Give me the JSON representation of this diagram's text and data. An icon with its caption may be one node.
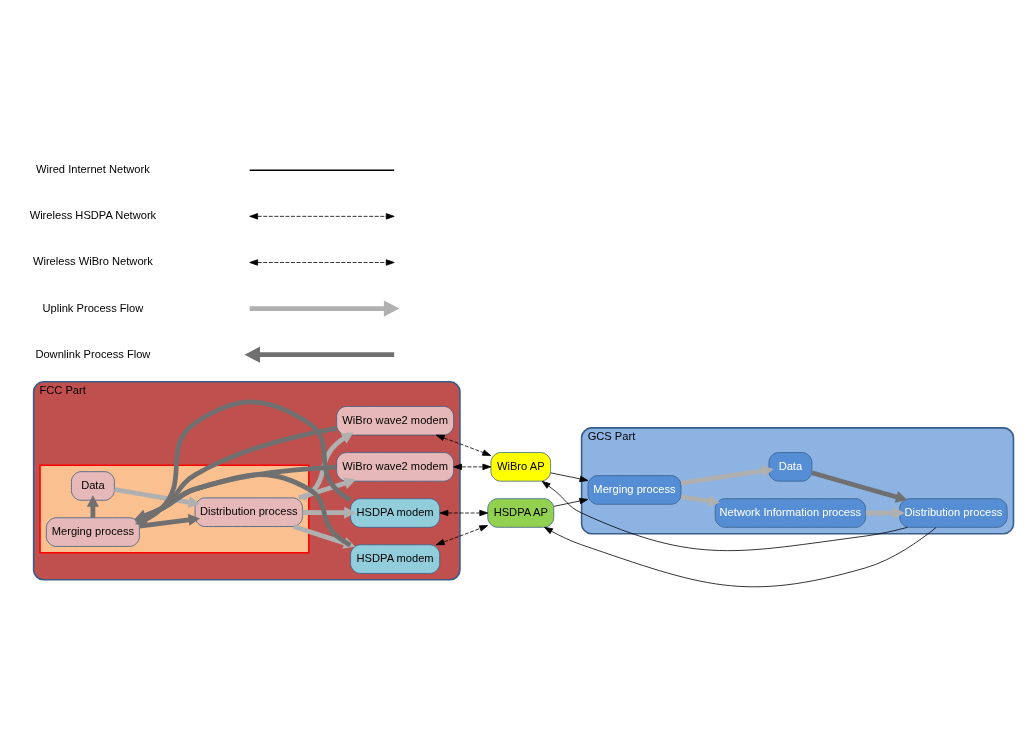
{
  "diagram": {
    "nodes": [
      {
        "text": [
          "FCC Part"
        ]
      },
      {
        "text": [],
        "shape": "box",
        "in": 0
      },
      {
        "text": [
          "Data"
        ],
        "in": 1
      },
      {
        "text": [
          "Distribution process"
        ],
        "in": 1
      },
      {
        "text": [
          "Merging process"
        ],
        "in": 1
      },
      {
        "text": [
          "WiBro wave2 modem"
        ],
        "in": 0
      },
      {
        "text": [
          "WiBro wave2 modem"
        ],
        "in": 0
      },
      {
        "text": [
          "HSDPA modem"
        ],
        "in": 0
      },
      {
        "text": [
          "HSDPA modem"
        ],
        "in": 0
      },
      {
        "text": [
          "WiBro AP"
        ]
      },
      {
        "text": [
          "HSDPA AP"
        ]
      },
      {
        "text": [
          "GCS Part"
        ]
      },
      {
        "text": [
          "Merging process"
        ],
        "in": 11
      },
      {
        "text": [
          "Network Information process"
        ],
        "in": 11
      },
      {
        "text": [
          "Distribution process"
        ],
        "in": 11
      },
      {
        "text": [
          "Data"
        ],
        "in": 11
      }
    ],
    "edges": [
      {
        "from": 2,
        "to": 3,
        "arrow": "to",
        "color": "#b0b0b0"
      },
      {
        "from": 4,
        "to": 2,
        "arrow": "to",
        "color": "#707070"
      },
      {
        "from": 4,
        "to": 3,
        "arrow": "to",
        "color": "#707070"
      },
      {
        "from": 5,
        "to": 4,
        "arrow": "to",
        "color": "#707070"
      },
      {
        "from": 6,
        "to": 4,
        "arrow": "to",
        "color": "#707070"
      },
      {
        "from": 7,
        "to": 4,
        "arrow": "to",
        "color": "#707070"
      },
      {
        "from": 8,
        "to": 4,
        "arrow": "to",
        "color": "#707070"
      },
      {
        "from": 3,
        "to": 5,
        "arrow": "to",
        "color": "#b0b0b0"
      },
      {
        "from": 3,
        "to": 6,
        "arrow": "to",
        "color": "#b0b0b0"
      },
      {
        "from": 3,
        "to": 7,
        "arrow": "to",
        "color": "#b0b0b0"
      },
      {
        "from": 3,
        "to": 8,
        "arrow": "to",
        "color": "#b0b0b0"
      },
      {
        "from": 5,
        "to": 9,
        "arrow": "both",
        "style": "dashed",
        "color": "#000000"
      },
      {
        "from": 6,
        "to": 9,
        "arrow": "both",
        "style": "dashed",
        "color": "#000000"
      },
      {
        "from": 7,
        "to": 10,
        "arrow": "both",
        "style": "dashed",
        "color": "#000000"
      },
      {
        "from": 8,
        "to": 10,
        "arrow": "both",
        "style": "dashed",
        "color": "#000000"
      },
      {
        "from": 9,
        "to": 12,
        "arrow": "to",
        "color": "#000000"
      },
      {
        "from": 10,
        "to": 12,
        "arrow": "to",
        "color": "#000000"
      },
      {
        "from": 14,
        "to": 9,
        "arrow": "to",
        "color": "#000000"
      },
      {
        "from": 14,
        "to": 10,
        "arrow": "to",
        "color": "#000000"
      },
      {
        "from": 12,
        "to": 15,
        "arrow": "to",
        "color": "#b0b0b0"
      },
      {
        "from": 12,
        "to": 13,
        "arrow": "to",
        "color": "#b0b0b0"
      },
      {
        "from": 13,
        "to": 14,
        "arrow": "to",
        "color": "#b0b0b0"
      },
      {
        "from": 15,
        "to": 14,
        "arrow": "to",
        "color": "#707070"
      }
    ],
    "legend": [
      {
        "text": "Wired Internet Network"
      },
      {
        "text": "Wireless HSDPA Network"
      },
      {
        "text": "Wireless WiBro Network"
      },
      {
        "text": "Uplink Process Flow"
      },
      {
        "text": "Downlink Process Flow"
      }
    ]
  }
}
